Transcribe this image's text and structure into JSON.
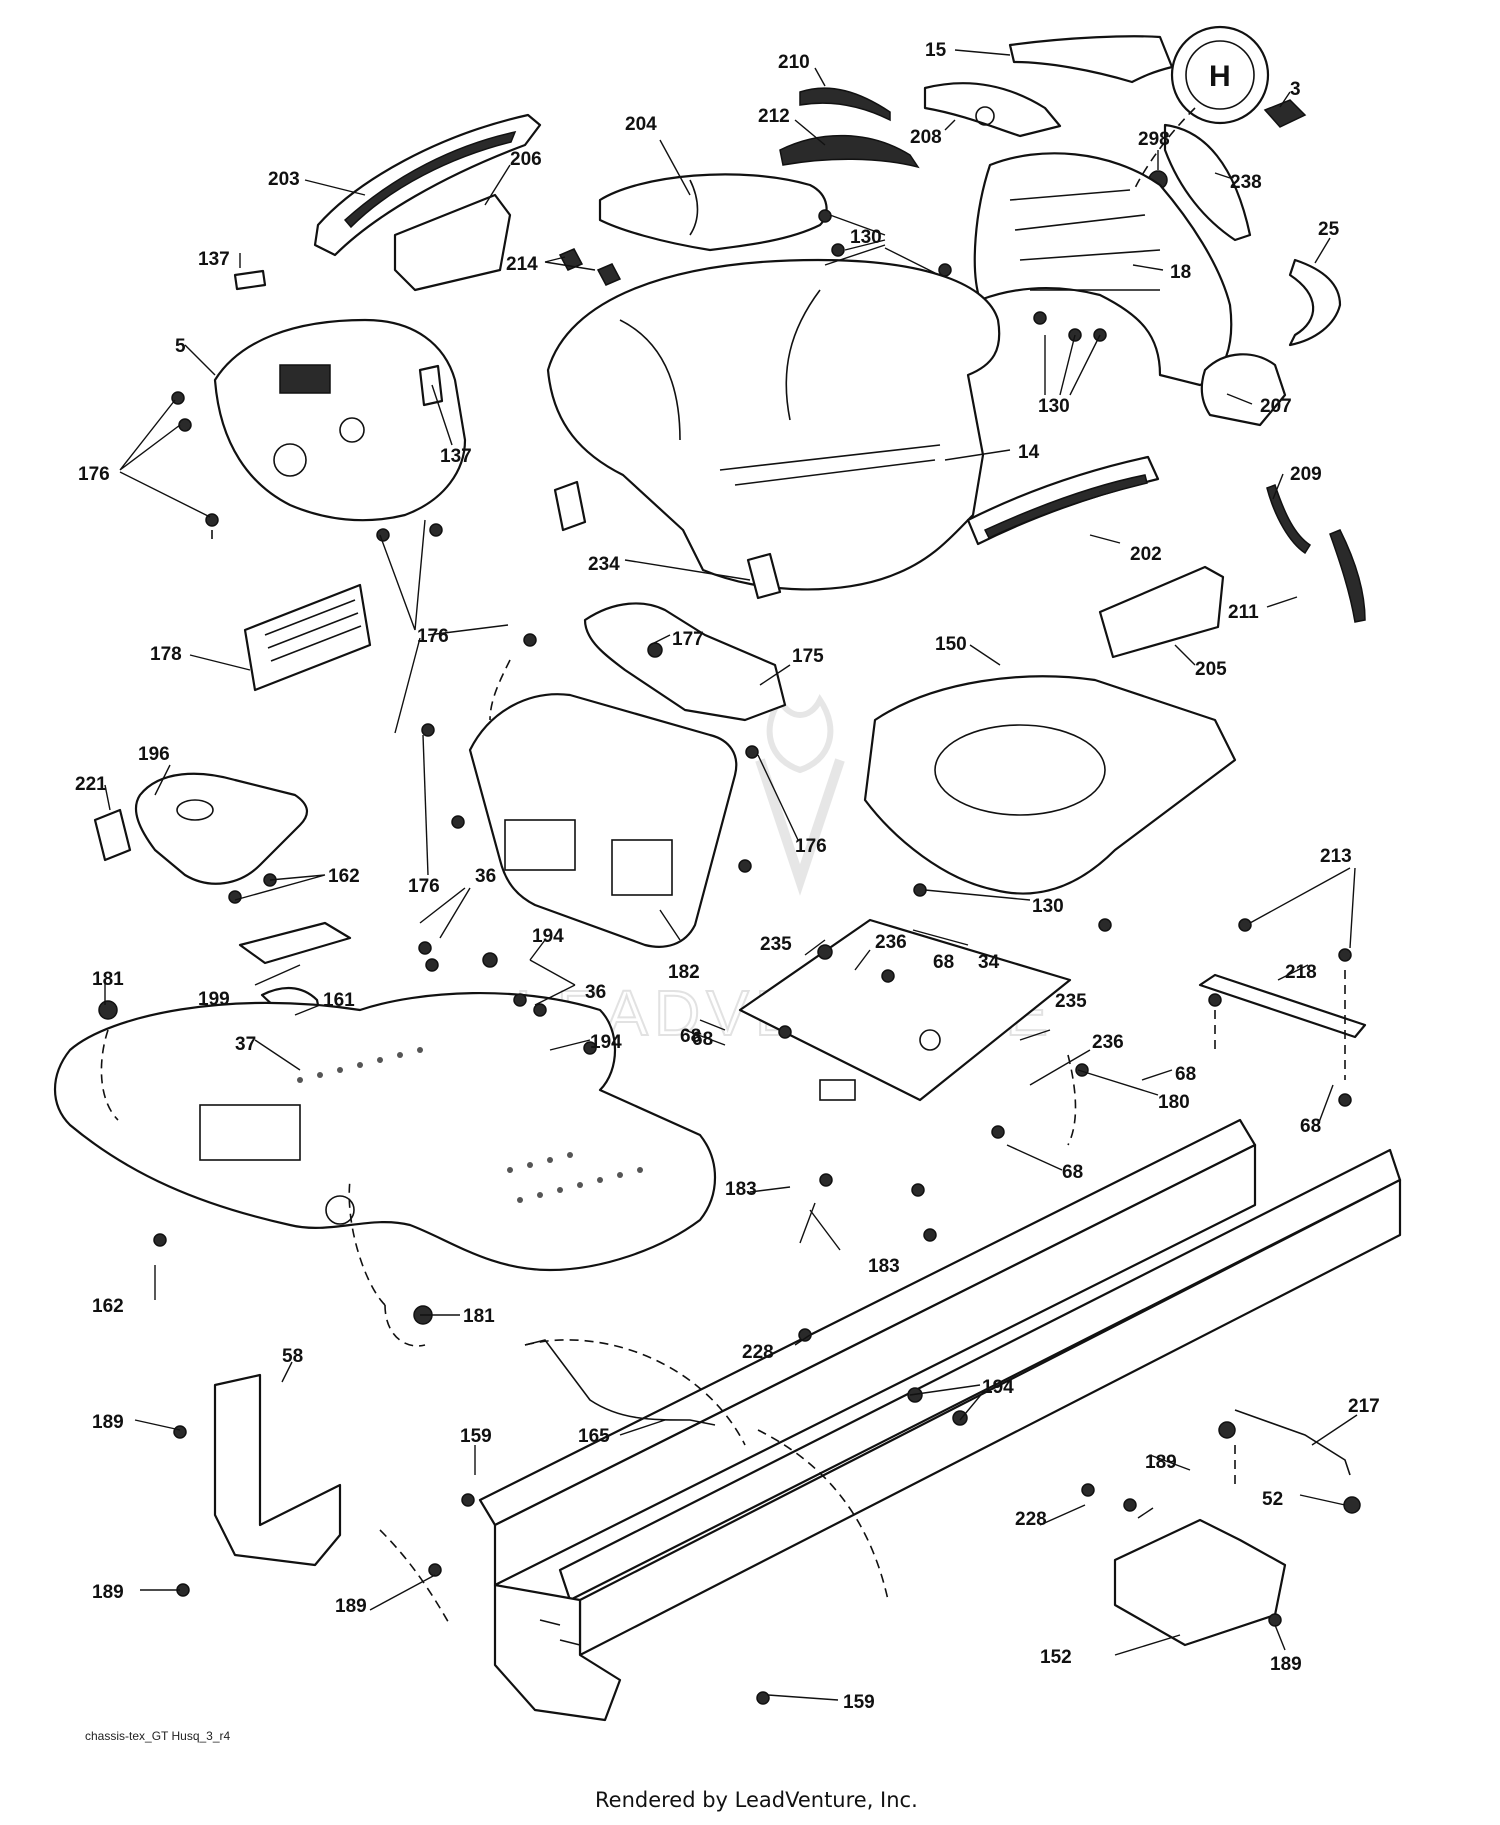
{
  "diagram": {
    "drawing_id": "chassis-tex_GT Husq_3_r4",
    "credit": "Rendered by LeadVenture, Inc.",
    "watermark": "LEADVENTURE",
    "logo_letter": "H",
    "callouts": {
      "c15": "15",
      "c210": "210",
      "c3": "3",
      "c208": "208",
      "c212": "212",
      "c204": "204",
      "c203": "203",
      "c206": "206",
      "c298": "298",
      "c238": "238",
      "c130a": "130",
      "c25": "25",
      "c137a": "137",
      "c214": "214",
      "c18": "18",
      "c5": "5",
      "c130b": "130",
      "c207": "207",
      "c176a": "176",
      "c137b": "137",
      "c14": "14",
      "c209": "209",
      "c202": "202",
      "c234": "234",
      "c211": "211",
      "c176b": "176",
      "c177": "177",
      "c205": "205",
      "c178": "178",
      "c175": "175",
      "c150": "150",
      "c196": "196",
      "c221": "221",
      "c162a": "162",
      "c176c": "176",
      "c176d": "176",
      "c130c": "130",
      "c213": "213",
      "c36a": "36",
      "c194a": "194",
      "c182": "182",
      "c235a": "235",
      "c236a": "236",
      "c68a": "68",
      "c34": "34",
      "c218": "218",
      "c181a": "181",
      "c199": "199",
      "c161": "161",
      "c36b": "36",
      "c68b": "68",
      "c235b": "235",
      "c37": "37",
      "c194b": "194",
      "c236b": "236",
      "c68c": "68",
      "c180": "180",
      "c68d": "68",
      "c68e": "68",
      "c183a": "183",
      "c68f": "68",
      "c183b": "183",
      "c162b": "162",
      "c181b": "181",
      "c228a": "228",
      "c58": "58",
      "c194c": "194",
      "c217": "217",
      "c189a": "189",
      "c165": "165",
      "c159a": "159",
      "c189b": "189",
      "c52": "52",
      "c228b": "228",
      "c189c": "189",
      "c189d": "189",
      "c152": "152",
      "c189e": "189",
      "c159b": "159"
    }
  }
}
